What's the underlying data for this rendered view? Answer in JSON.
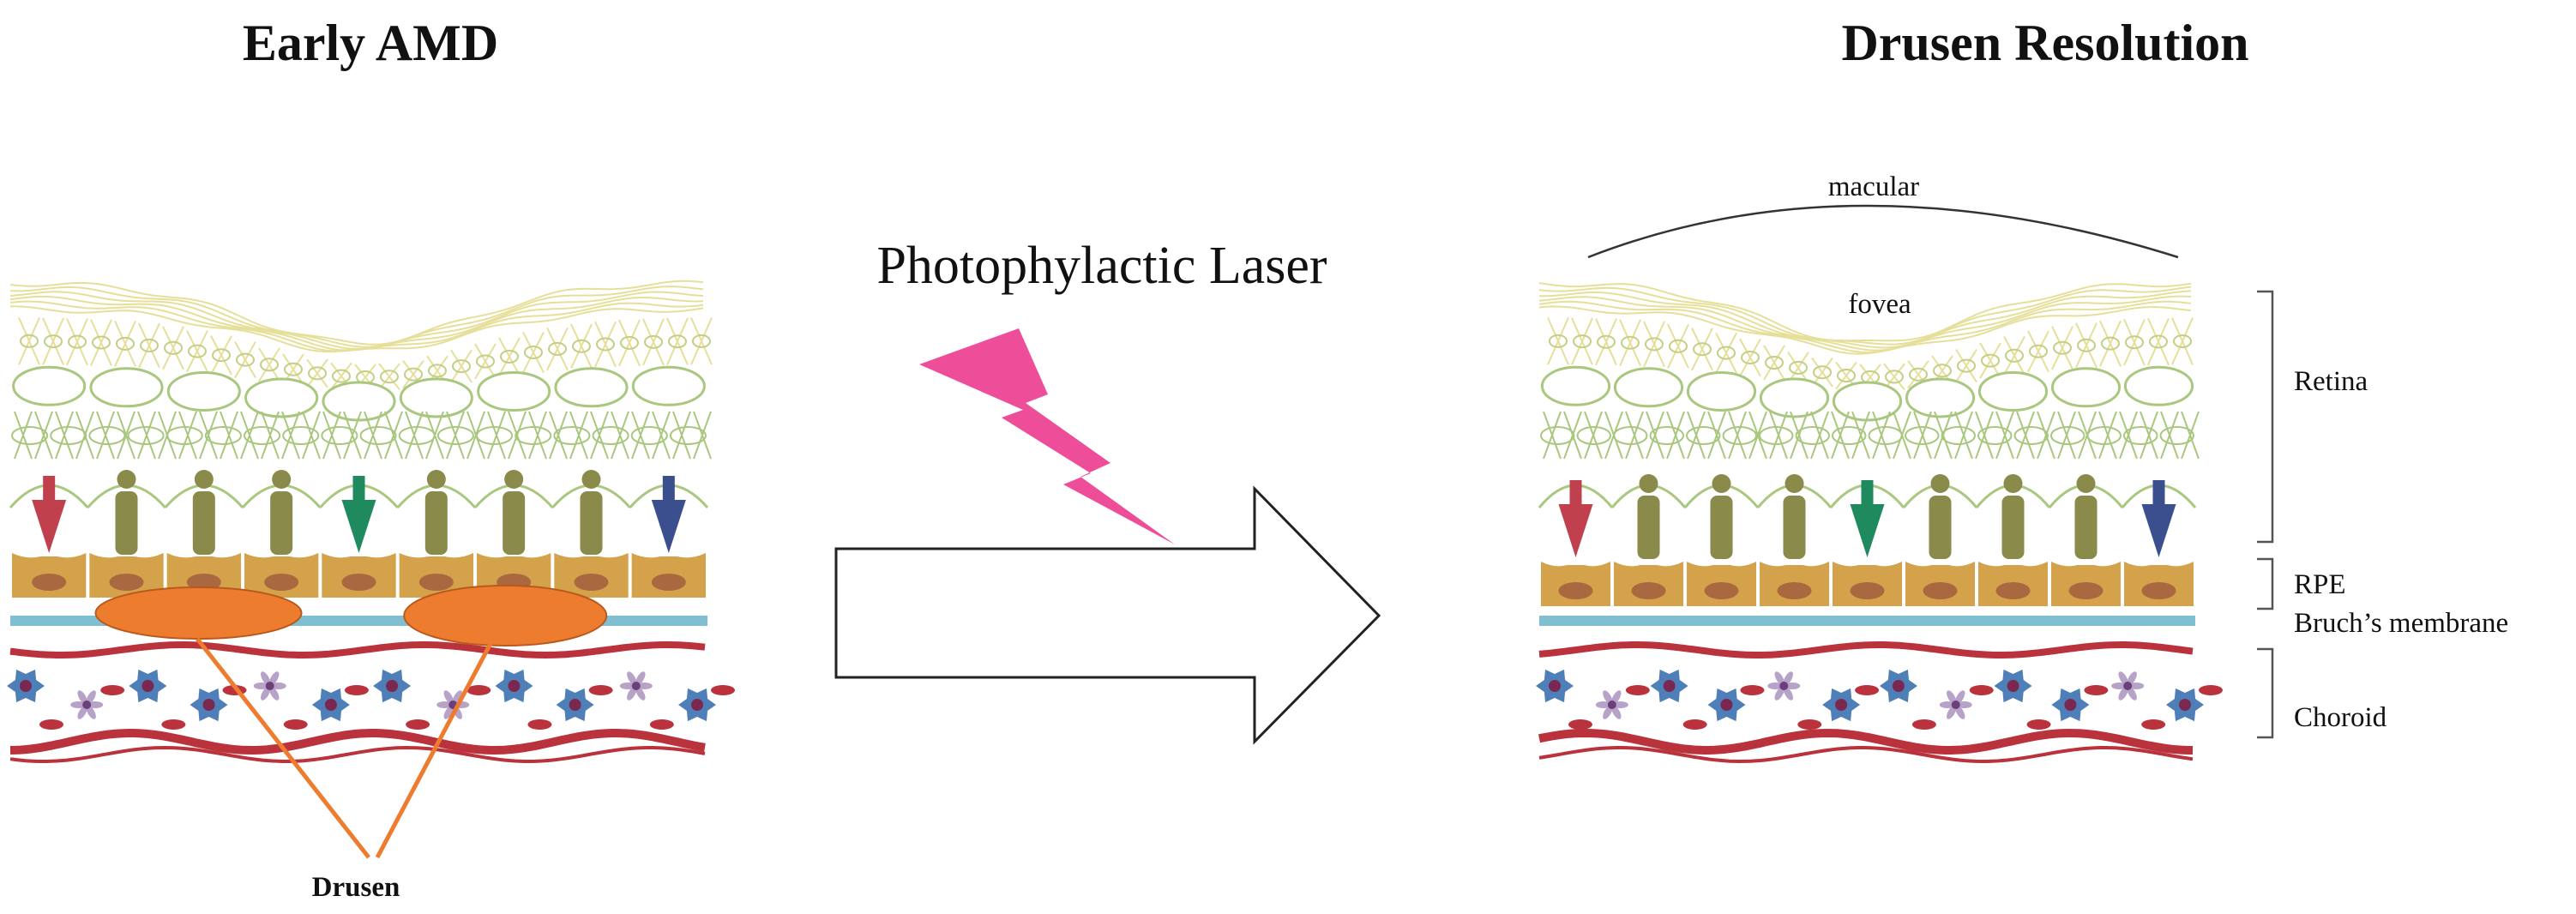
{
  "titles": {
    "left": "Early AMD",
    "right": "Drusen Resolution"
  },
  "center": {
    "laser_label": "Photophylactic Laser"
  },
  "left_panel": {
    "drusen_label": "Drusen"
  },
  "right_panel": {
    "macular_label": "macular",
    "fovea_label": "fovea",
    "layer_labels": {
      "retina": "Retina",
      "rpe": "RPE",
      "bruchs": "Bruch’s membrane",
      "choroid": "Choroid"
    }
  },
  "colors": {
    "retina_outer": "#e6df9a",
    "retina_mid": "#c4cf83",
    "retina_inner": "#a9c77e",
    "photoreceptor": "#8a8a4a",
    "cone_red": "#c0404e",
    "cone_green": "#1f8a5e",
    "cone_blue": "#3b4f8f",
    "rpe": "#d3a24a",
    "rpe_nucleus": "#a9683f",
    "bruchs": "#7fbfd1",
    "drusen": "#ee7c2e",
    "vessel": "#b9323c",
    "choroid_cell_blue": "#4f7fb8",
    "choroid_cell_lilac": "#b7a2c8",
    "laser_bolt": "#ee4d9a"
  },
  "icons": [
    "lightning-bolt-icon",
    "right-arrow-icon"
  ]
}
